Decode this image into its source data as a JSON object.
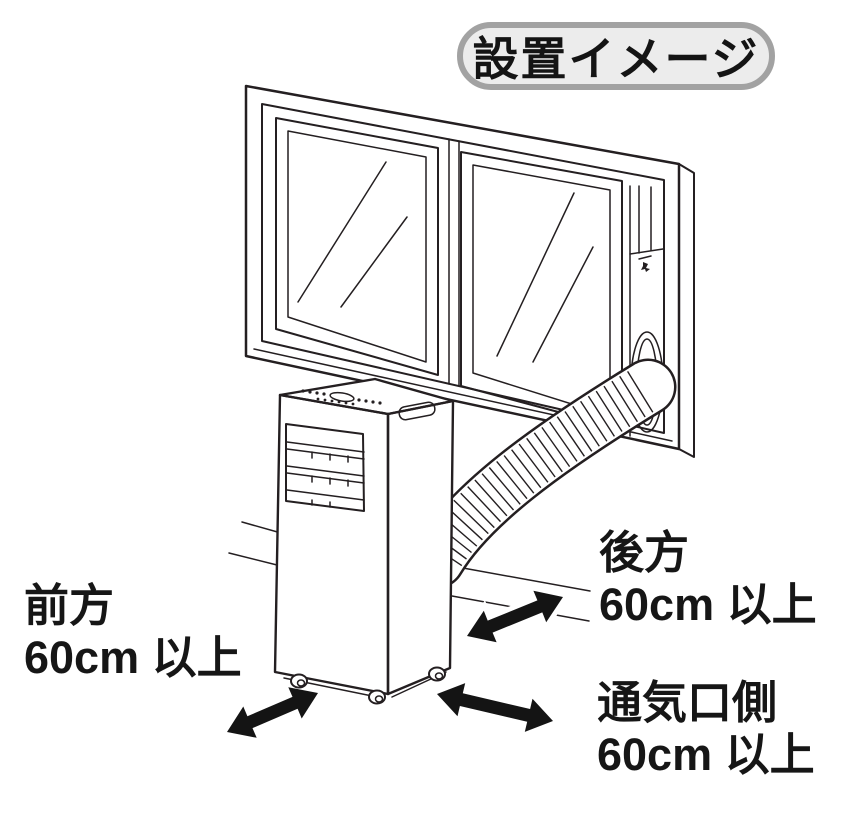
{
  "title_badge": {
    "label": "設置イメージ"
  },
  "labels": {
    "front": {
      "line1": "前方",
      "line2": "60cm 以上"
    },
    "rear": {
      "line1": "後方",
      "line2": "60cm 以上"
    },
    "vent_side": {
      "line1": "通気口側",
      "line2": "60cm 以上"
    }
  },
  "colors": {
    "background": "#ffffff",
    "line_art": "#241f21",
    "label_text": "#161616",
    "arrow_fill": "#141414",
    "badge_border": "#a2a2a2",
    "badge_fill": "#ececec"
  }
}
